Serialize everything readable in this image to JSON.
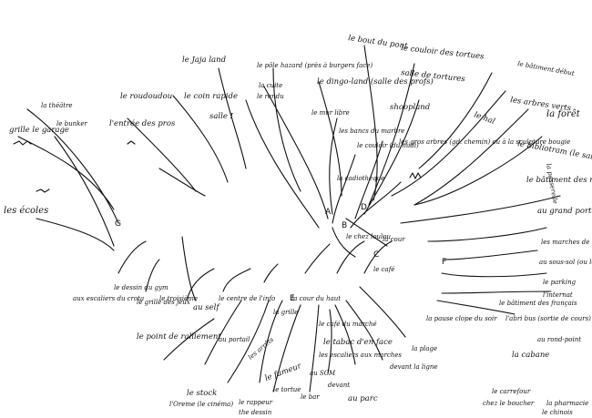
{
  "colors": {
    "ink": "#111111",
    "paper": "#ffffff"
  },
  "labels": {
    "le_bout_du_pont": "le bout du pont",
    "le_couloir_des_tortues": "le couloir des tortues",
    "salle_de_tortures": "salle de tortures",
    "le_batiment_debut": "le bâtiment début",
    "les_arbres_verts": "les arbres verts",
    "la_foret": "la forêt",
    "le_jaja_land": "le Jaja land",
    "le_pole_hazard": "le pôle hazard (près à burgers face)",
    "le_dingo_land": "le dingo-land (salle des profs)",
    "la_cuite": "la cuite",
    "le_rendu": "le rendu",
    "le_roudoudou": "le roudoudou",
    "le_coin_rapide": "le coin rapide",
    "shooplandi": "shoopland",
    "le_hal": "le hal",
    "la_theatre": "la théâtre",
    "le_bunker": "le bunker",
    "lentree_des_pros": "l'entrée des pros",
    "salle_i": "salle I",
    "les_bancs_du_marbre": "les bancs du marbre",
    "le_mur_libre": "le mur libre",
    "le_couloir_du_midi": "le couloir (du midi)",
    "les_grosses_arbres": "les gros arbres (gd. chemin) ou à la sculpture bougie",
    "le_biblio_tram": "le bibliotram (le saint-paul)",
    "la_passerelle": "la passerelle",
    "le_batiment_des_maths": "le bâtiment des maths",
    "la_cadiotheque": "la cadiothèque",
    "le_chez_loulou": "le chez loulou",
    "la_cour": "la cour",
    "le_cafe": "le café",
    "grille_le_garage": "grille le garage",
    "les_ecoles": "les écoles",
    "au_grand_portail": "au grand portail",
    "les_marches_de_linternat": "les marches de l'internat",
    "au_sous_sol": "au sous-sol (ou les toilettes des filles)",
    "les_parkings": "le parking",
    "linternat": "l'internat",
    "le_batiment_des_francais": "le bâtiment des français",
    "labri_bus": "l'abri bus (sortie de cours)",
    "au_rond_point": "au rond-point",
    "la_cabane": "la cabane",
    "aux_escaliers_du_crota": "aux escaliers du crota",
    "le_dessin_du_gym": "le dessin du gym",
    "le_gril_des_jeux": "le grille des jeux",
    "le_troisieme": "le troisième",
    "au_self": "au self",
    "le_centre_de_linfo": "le centre de l'info",
    "le_grille": "la grille",
    "la_cour_du_haut": "la cour du haut",
    "le_point_de_ralliement": "le point de ralliement",
    "au_portail": "au portail",
    "le_cafe_du_marche": "le café du marché",
    "le_tabac_den_face": "le tabac d'en face",
    "les_escaliers_aux_marches": "les escaliers aux marches",
    "le_scm": "au SCM",
    "devant": "devant",
    "le_pause_clope": "la pause clope du soir",
    "la_plage": "la plage",
    "devant_la_ligne": "devant la ligne",
    "le_stock": "le stock",
    "le_fumeur": "le fumeur",
    "le_tortue": "le tortue",
    "les_arrets": "les arrêts",
    "au_parc": "au parc",
    "le_bar": "le bar",
    "les_carrefour": "le carrefour",
    "le_pharmacie": "la pharmacie",
    "chez_le_boucher": "chez le boucher",
    "le_chinois": "le chinois",
    "loreme_le_cinema": "l'Oreme (le cinéma)",
    "le_rappeur": "le rappeur",
    "the_dessin": "the dessin",
    "letter_a": "A",
    "letter_b": "B",
    "letter_c": "C",
    "letter_d": "D",
    "letter_e": "E",
    "letter_f": "F",
    "letter_g": "G"
  }
}
